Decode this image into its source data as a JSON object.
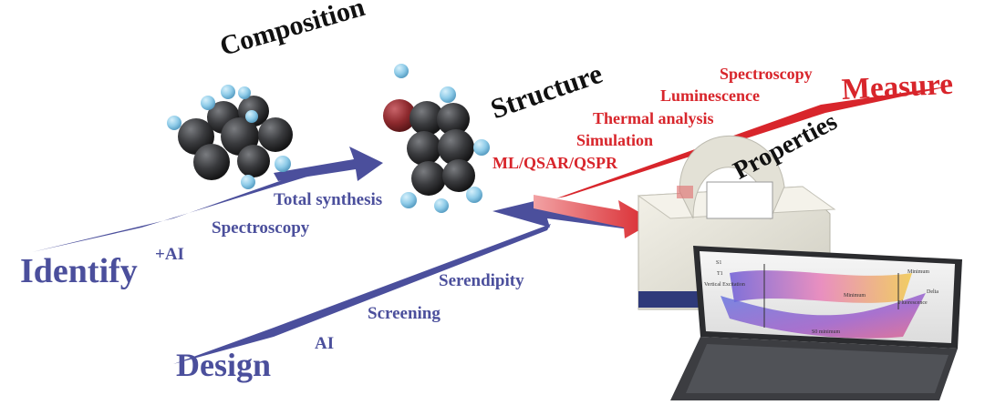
{
  "headings": {
    "composition": "Composition",
    "structure": "Structure",
    "properties": "Properties"
  },
  "routes": {
    "identify": {
      "title": "Identify",
      "steps": [
        "Total synthesis",
        "Spectroscopy",
        "+AI"
      ]
    },
    "design": {
      "title": "Design",
      "steps": [
        "Serendipity",
        "Screening",
        "AI"
      ]
    },
    "measure": {
      "title": "Measure",
      "steps": [
        "Spectroscopy",
        "Luminescence",
        "Thermal analysis",
        "Simulation",
        "ML/QSAR/QSPR"
      ]
    }
  },
  "laptop_screen": {
    "labels": [
      "S1",
      "T1",
      "Minimum",
      "Vertical Excitation",
      "Delta",
      "Minimum",
      "Fluorescence",
      "S0 minimum"
    ]
  },
  "colors": {
    "identify_blue": "#4b4f9c",
    "design_blue": "#4b4f9c",
    "measure_red": "#d8252b",
    "heading_black": "#111111",
    "atom_carbon": "#3a3b3e",
    "atom_hydrogen": "#8ecbe8",
    "atom_oxygen": "#8e2a2e",
    "instrument_body": "#e9e7dc"
  }
}
